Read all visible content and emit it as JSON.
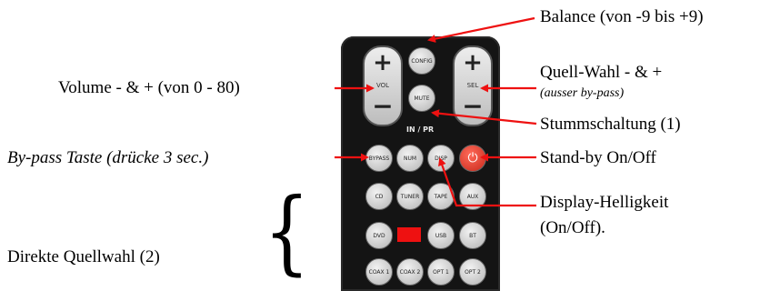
{
  "labels": {
    "balance": "Balance (von -9 bis +9)",
    "volume": "Volume - & + (von 0 - 80)",
    "source_select": "Quell-Wahl - & +",
    "source_note": "(ausser by-pass)",
    "mute": "Stummschaltung (1)",
    "bypass": "By-pass Taste (drücke  3 sec.)",
    "standby": "Stand-by On/Off",
    "display_line1": "Display-Helligkeit",
    "display_line2": " (On/Off).",
    "direct_source": "Direkte Quellwahl (2)"
  },
  "remote": {
    "vol_label": "VOL",
    "sel_label": "SEL",
    "plus": "+",
    "minus": "−",
    "config": "CONFIG",
    "mute": "MUTE",
    "in_pr": "IN / PR",
    "row1": [
      "BYPASS",
      "NUM",
      "DISP"
    ],
    "power_symbol": "⏻",
    "row2": [
      "CD",
      "TUNER",
      "TAPE",
      "AUX"
    ],
    "row3_a": "DVD",
    "row3_c": "USB",
    "row3_d": "BT",
    "row4": [
      "COAX 1",
      "COAX 2",
      "OPT 1",
      "OPT 2"
    ]
  },
  "colors": {
    "arrow": "#ee1111",
    "remote_body": "#141414",
    "power_button": "#d8321f"
  }
}
